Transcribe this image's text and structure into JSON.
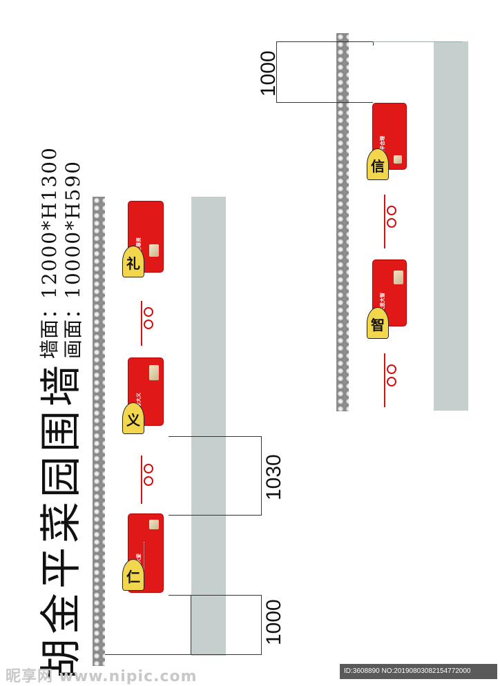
{
  "title": "胡金平菜园围墙",
  "specs": {
    "wall_label": "墙面：",
    "wall_value": "12000*H1300",
    "picture_label": "画面：",
    "picture_value": "10000*H590"
  },
  "dimensions": {
    "bottom_left": "1000",
    "bottom_mid": "1030",
    "top_right": "1000"
  },
  "virtues": {
    "ren": "仁",
    "yi": "义",
    "li": "礼",
    "zhi": "智",
    "xin": "信"
  },
  "panels": {
    "ren_title": "大悲大爱",
    "yi_title": "大孝大义",
    "li_title": "敬老尊贤",
    "zhi_title": "大思大智",
    "xin_title": "公平合理"
  },
  "watermark": {
    "logo": "昵享网 www.nipic.com",
    "id_text": "ID:3608890 NO:20190803082154772000"
  },
  "colors": {
    "panel_red": "#e01818",
    "fan_yellow": "#f2d64d",
    "ground_gray": "#c5d0ce"
  }
}
